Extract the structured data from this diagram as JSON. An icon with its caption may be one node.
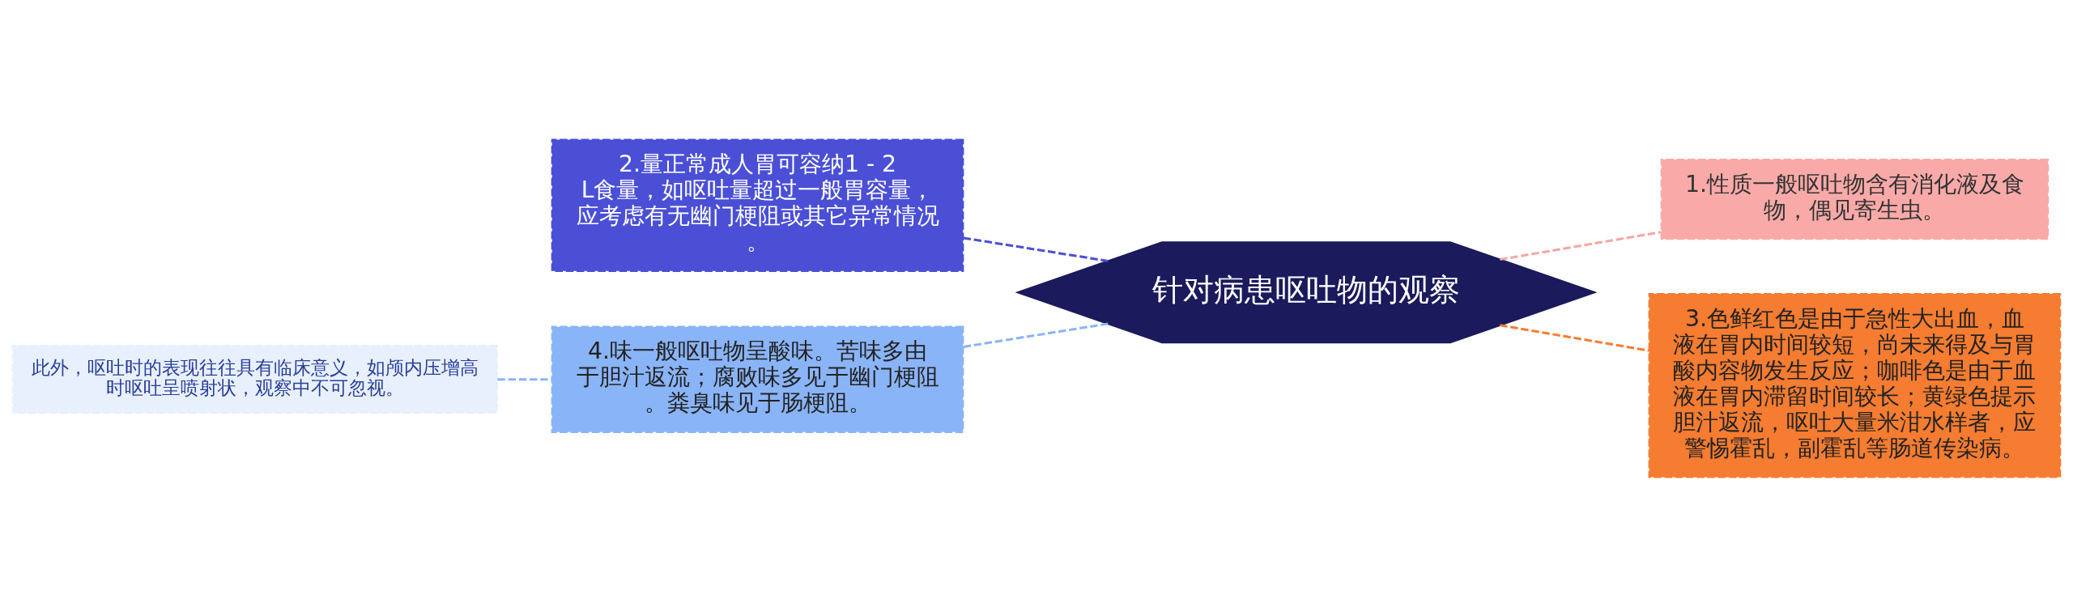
{
  "diagram": {
    "nodes": [
      {
        "text": [
          "针对病患呕吐物的观察"
        ]
      },
      {
        "text": [
          "2.量正常成人胃可容纳1 - 2L食量，如呕吐量超过一般胃容量，应考虑有无幽门梗阻或其它异常情况。"
        ]
      },
      {
        "text": [
          "4.味一般呕吐物呈酸味。苦味多由于胆汁返流；腐败味多见于幽门梗阻。粪臭味见于肠梗阻。"
        ]
      },
      {
        "text": [
          "此外，呕吐时的表现往往具有临床意义，如颅内压增高时呕吐呈喷射状，观察中不可忽视。"
        ]
      },
      {
        "text": [
          "1.性质一般呕吐物含有消化液及食物，偶见寄生虫。"
        ]
      },
      {
        "text": [
          "3.色鲜红色是由于急性大出血，血液在胃内时间较短，尚未来得及与胃酸内容物发生反应；咖啡色是由于血液在胃内滞留时间较长；黄绿色提示胆汁返流，呕吐大量米泔水样者，应警惕霍乱，副霍乱等肠道传染病。"
        ]
      }
    ],
    "edges": [
      {
        "from": 0,
        "to": 1,
        "arrow": "none",
        "style": "dashed",
        "color": "#4a4fd6"
      },
      {
        "from": 0,
        "to": 2,
        "arrow": "none",
        "style": "dashed",
        "color": "#8ab4f8"
      },
      {
        "from": 2,
        "to": 3,
        "arrow": "none",
        "style": "dashed",
        "color": "#8ab4f8"
      },
      {
        "from": 0,
        "to": 4,
        "arrow": "none",
        "style": "dashed",
        "color": "#f4a7a3"
      },
      {
        "from": 0,
        "to": 5,
        "arrow": "none",
        "style": "dashed",
        "color": "#f57c30"
      }
    ]
  }
}
